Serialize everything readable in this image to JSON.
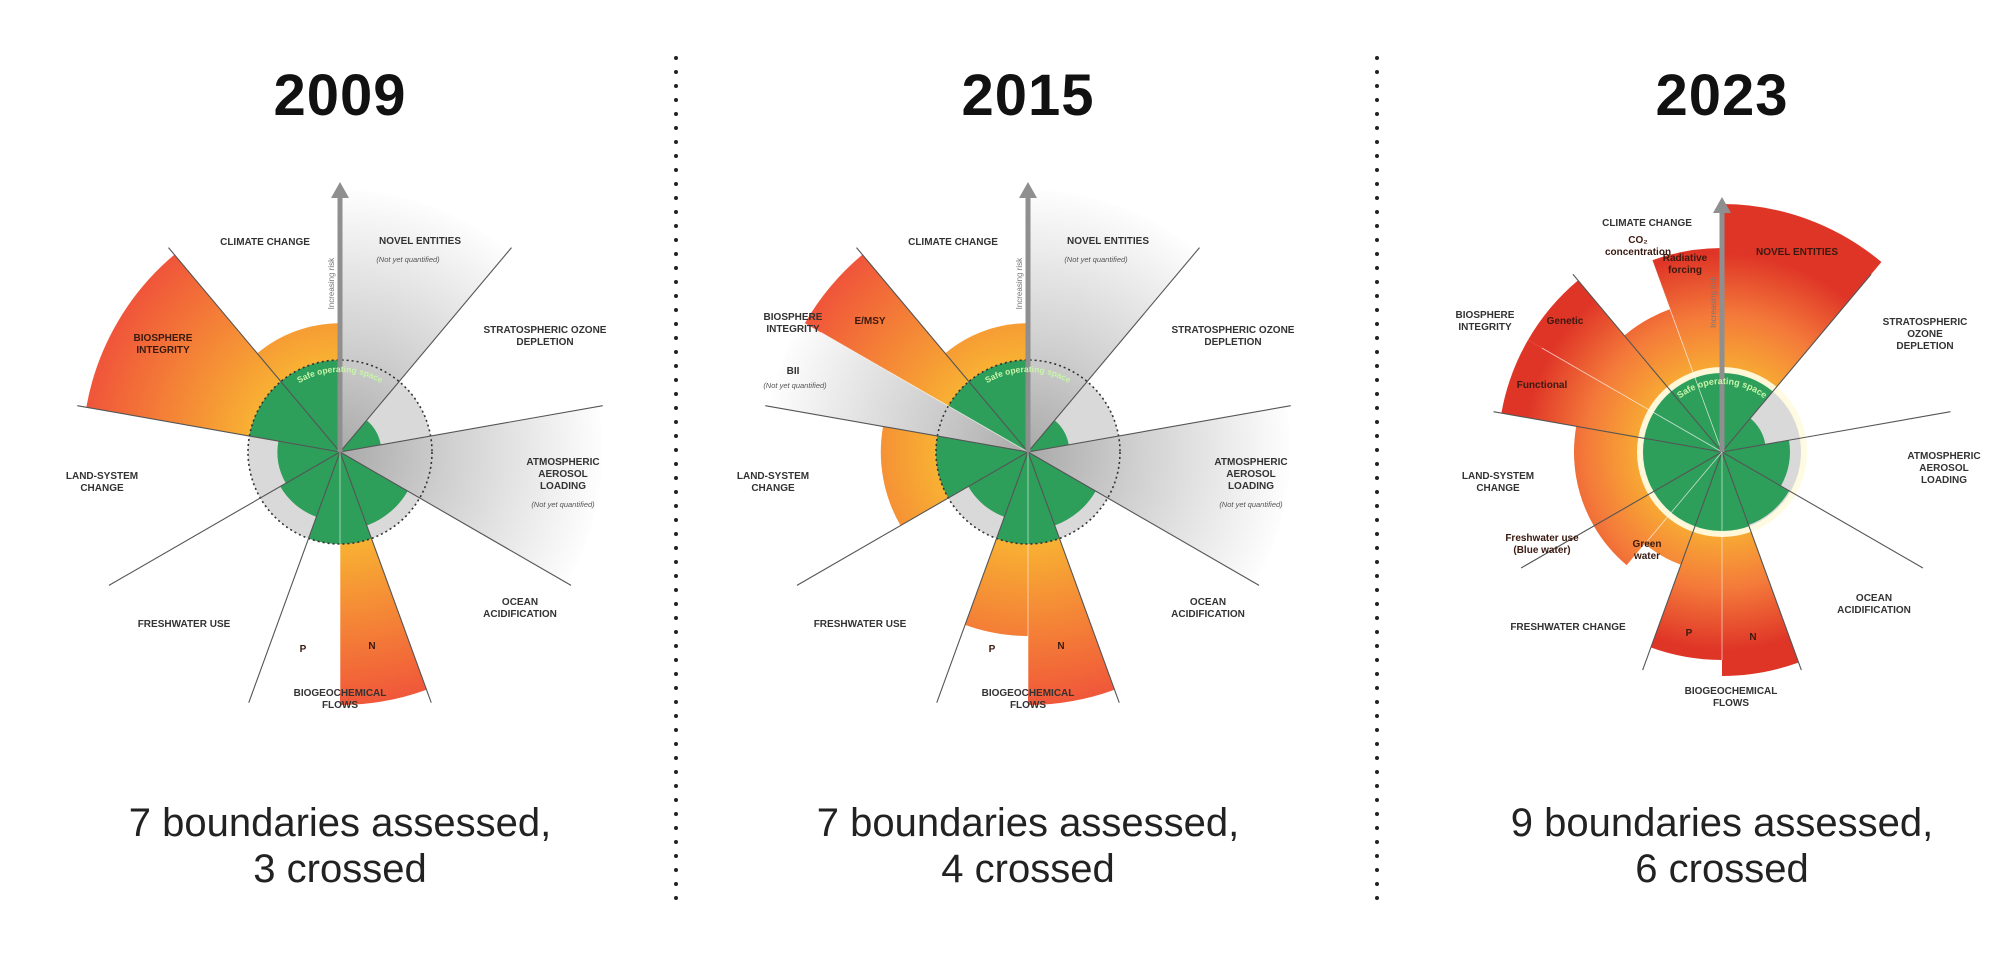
{
  "colors": {
    "safe": "#2e9e5b",
    "crossed_low": "#f8b133",
    "crossed_high": "#f0553a",
    "crossed_red": "#df3527",
    "unquantified": "#c4c4c4"
  },
  "axis_label": "Increasing risk",
  "safe_label": "Safe operating space",
  "panels": [
    {
      "year": "2009",
      "caption": [
        "7 boundaries assessed,",
        "3 crossed"
      ],
      "labels": [
        {
          "key": "climate",
          "text": "CLIMATE CHANGE"
        },
        {
          "key": "novel",
          "text": "NOVEL ENTITIES"
        },
        {
          "key": "novel_note",
          "text": "(Not yet quantified)",
          "note": true
        },
        {
          "key": "ozone",
          "text": "STRATOSPHERIC OZONE\nDEPLETION"
        },
        {
          "key": "aerosol",
          "text": "ATMOSPHERIC\nAEROSOL\nLOADING"
        },
        {
          "key": "aerosol_note",
          "text": "(Not yet quantified)",
          "note": true
        },
        {
          "key": "ocean",
          "text": "OCEAN\nACIDIFICATION"
        },
        {
          "key": "biogeo",
          "text": "BIOGEOCHEMICAL\nFLOWS"
        },
        {
          "key": "p",
          "text": "P",
          "sub": true
        },
        {
          "key": "n",
          "text": "N",
          "sub": true
        },
        {
          "key": "freshwater",
          "text": "FRESHWATER USE"
        },
        {
          "key": "land",
          "text": "LAND-SYSTEM\nCHANGE"
        },
        {
          "key": "biosphere",
          "text": "BIOSPHERE\nINTEGRITY",
          "sub": true
        }
      ],
      "indicators": [
        {
          "key": "novel",
          "level": null
        },
        {
          "key": "ozone",
          "level": 0.45
        },
        {
          "key": "aerosol",
          "level": null
        },
        {
          "key": "ocean",
          "level": 0.85
        },
        {
          "key": "n",
          "level": 2.75
        },
        {
          "key": "p",
          "level": 1.0
        },
        {
          "key": "freshwater",
          "level": 0.75
        },
        {
          "key": "land",
          "level": 0.68
        },
        {
          "key": "biosphere",
          "level": 2.8
        },
        {
          "key": "climate",
          "level": 1.4
        }
      ]
    },
    {
      "year": "2015",
      "caption": [
        "7 boundaries assessed,",
        "4 crossed"
      ],
      "labels": [
        {
          "key": "climate",
          "text": "CLIMATE CHANGE"
        },
        {
          "key": "novel",
          "text": "NOVEL ENTITIES"
        },
        {
          "key": "novel_note",
          "text": "(Not yet quantified)",
          "note": true
        },
        {
          "key": "ozone",
          "text": "STRATOSPHERIC OZONE\nDEPLETION"
        },
        {
          "key": "aerosol",
          "text": "ATMOSPHERIC\nAEROSOL\nLOADING"
        },
        {
          "key": "aerosol_note",
          "text": "(Not yet quantified)",
          "note": true
        },
        {
          "key": "ocean",
          "text": "OCEAN\nACIDIFICATION"
        },
        {
          "key": "biogeo",
          "text": "BIOGEOCHEMICAL\nFLOWS"
        },
        {
          "key": "p",
          "text": "P",
          "sub": true
        },
        {
          "key": "n",
          "text": "N",
          "sub": true
        },
        {
          "key": "freshwater",
          "text": "FRESHWATER USE"
        },
        {
          "key": "land",
          "text": "LAND-SYSTEM\nCHANGE"
        },
        {
          "key": "biosphere",
          "text": "BIOSPHERE\nINTEGRITY"
        },
        {
          "key": "emsy",
          "text": "E/MSY",
          "sub": true
        },
        {
          "key": "bii",
          "text": "BII"
        },
        {
          "key": "bii_note",
          "text": "(Not yet quantified)",
          "note": true
        }
      ],
      "indicators": [
        {
          "key": "novel",
          "level": null
        },
        {
          "key": "ozone",
          "level": 0.45
        },
        {
          "key": "aerosol",
          "level": null
        },
        {
          "key": "ocean",
          "level": 0.85
        },
        {
          "key": "n",
          "level": 2.75
        },
        {
          "key": "p",
          "level": 2.0
        },
        {
          "key": "freshwater",
          "level": 0.75
        },
        {
          "key": "land",
          "level": 1.6
        },
        {
          "key": "bii",
          "level": null
        },
        {
          "key": "emsy",
          "level": 2.8
        },
        {
          "key": "climate",
          "level": 1.4
        }
      ]
    },
    {
      "year": "2023",
      "caption": [
        "9 boundaries assessed,",
        "6 crossed"
      ],
      "labels": [
        {
          "key": "climate",
          "text": "CLIMATE CHANGE"
        },
        {
          "key": "co2",
          "text": "CO₂\nconcentration",
          "sub": true
        },
        {
          "key": "rf",
          "text": "Radiative\nforcing",
          "sub": true
        },
        {
          "key": "novel",
          "text": "NOVEL ENTITIES",
          "sub": true
        },
        {
          "key": "ozone",
          "text": "STRATOSPHERIC OZONE\nDEPLETION"
        },
        {
          "key": "aerosol",
          "text": "ATMOSPHERIC\nAEROSOL\nLOADING"
        },
        {
          "key": "ocean",
          "text": "OCEAN\nACIDIFICATION"
        },
        {
          "key": "biogeo",
          "text": "BIOGEOCHEMICAL\nFLOWS"
        },
        {
          "key": "p",
          "text": "P",
          "sub": true
        },
        {
          "key": "n",
          "text": "N",
          "sub": true
        },
        {
          "key": "freshwater",
          "text": "FRESHWATER CHANGE"
        },
        {
          "key": "blue",
          "text": "Freshwater use\n(Blue water)",
          "sub": true
        },
        {
          "key": "green",
          "text": "Green\nwater",
          "sub": true
        },
        {
          "key": "land",
          "text": "LAND-SYSTEM\nCHANGE"
        },
        {
          "key": "biosphere",
          "text": "BIOSPHERE\nINTEGRITY"
        },
        {
          "key": "genetic",
          "text": "Genetic",
          "sub": true
        },
        {
          "key": "functional",
          "text": "Functional",
          "sub": true
        }
      ],
      "indicators": [
        {
          "key": "novel",
          "level": 3.1
        },
        {
          "key": "ozone",
          "level": 0.55
        },
        {
          "key": "aerosol",
          "level": 0.85
        },
        {
          "key": "ocean",
          "level": 0.97
        },
        {
          "key": "n",
          "level": 2.8
        },
        {
          "key": "p",
          "level": 2.6
        },
        {
          "key": "green",
          "level": 1.5
        },
        {
          "key": "blue",
          "level": 1.85
        },
        {
          "key": "land",
          "level": 1.85
        },
        {
          "key": "functional",
          "level": 2.8
        },
        {
          "key": "genetic",
          "level": 2.8
        },
        {
          "key": "co2",
          "level": 1.9
        },
        {
          "key": "rf",
          "level": 2.55
        }
      ]
    }
  ]
}
